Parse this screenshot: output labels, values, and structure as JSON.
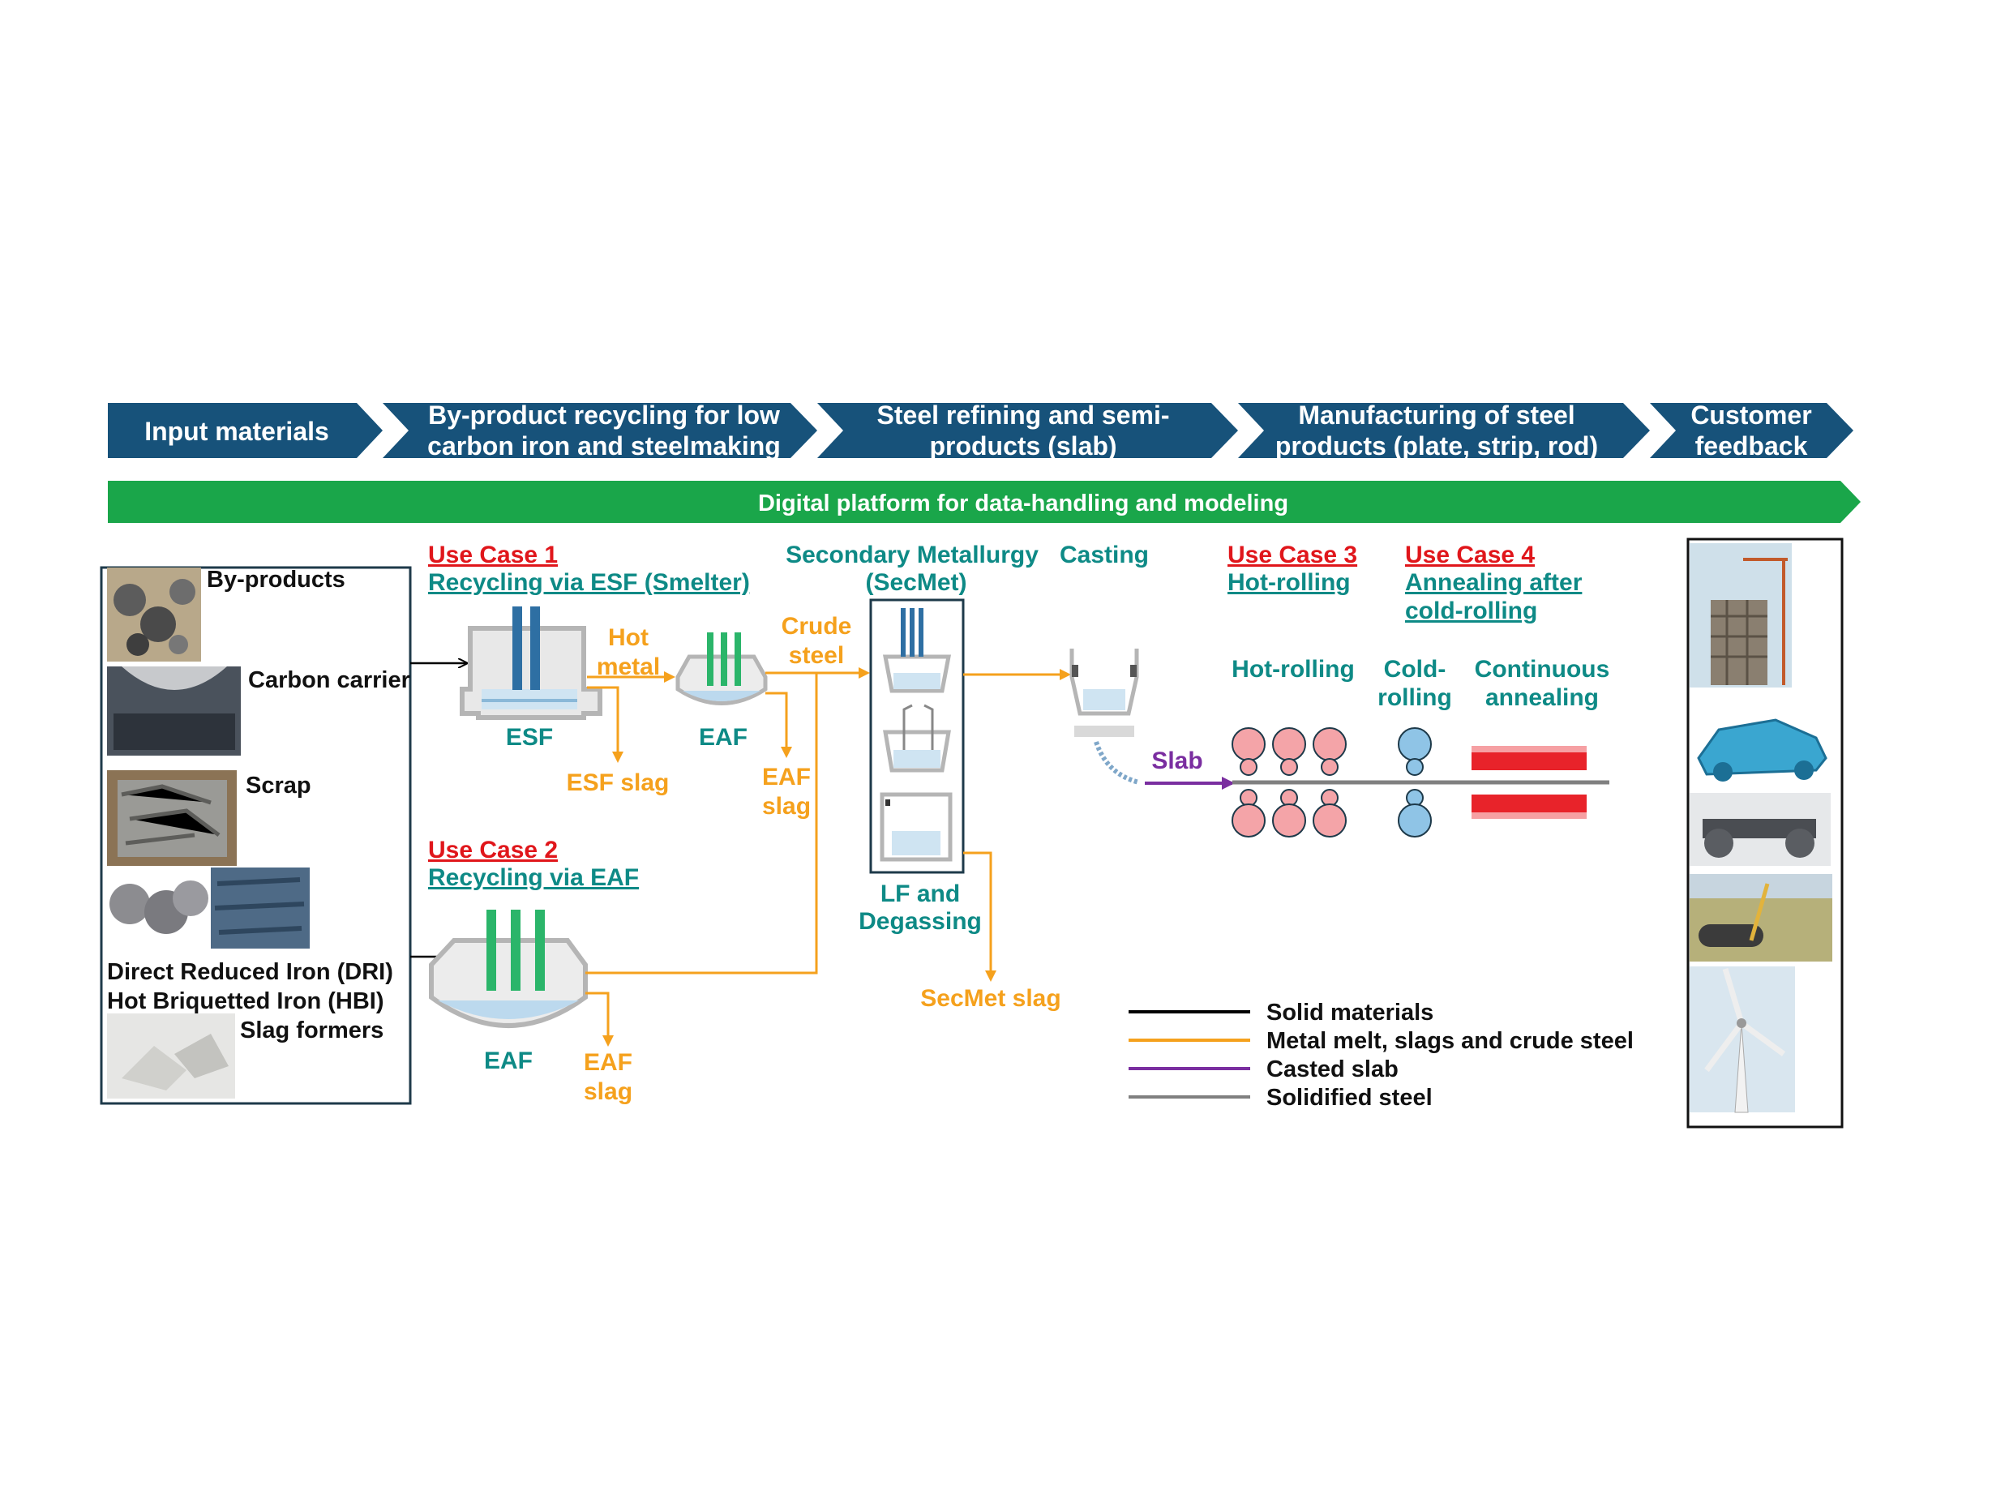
{
  "stages": [
    {
      "lines": [
        "Input materials"
      ]
    },
    {
      "lines": [
        "By-product recycling for low",
        "carbon iron and steelmaking"
      ]
    },
    {
      "lines": [
        "Steel refining and semi-",
        "products (slab)"
      ]
    },
    {
      "lines": [
        "Manufacturing of steel",
        "products (plate, strip, rod)"
      ]
    },
    {
      "lines": [
        "Customer",
        "feedback"
      ]
    }
  ],
  "platform_label": "Digital platform for data-handling and modeling",
  "inputs": {
    "byproducts": "By-products",
    "carbon_carrier": "Carbon carrier",
    "scrap": "Scrap",
    "dri": "Direct Reduced Iron (DRI)",
    "hbi": "Hot Briquetted Iron (HBI)",
    "slag_formers": "Slag formers"
  },
  "use_cases": {
    "uc1": {
      "tag": "Use Case 1",
      "title": "Recycling via ESF (Smelter)"
    },
    "uc2": {
      "tag": "Use Case 2",
      "title": "Recycling via EAF"
    },
    "uc3": {
      "tag": "Use Case 3",
      "title": "Hot-rolling"
    },
    "uc4": {
      "tag": "Use Case 4",
      "title_1": "Annealing after",
      "title_2": "cold-rolling"
    }
  },
  "process_labels": {
    "esf": "ESF",
    "eaf": "EAF",
    "eaf2": "EAF",
    "hot_metal_1": "Hot",
    "hot_metal_2": "metal",
    "crude_steel_1": "Crude",
    "crude_steel_2": "steel",
    "esf_slag": "ESF slag",
    "eaf_slag_1": "EAF",
    "eaf_slag_2": "slag",
    "eaf2_slag_1": "EAF",
    "eaf2_slag_2": "slag",
    "secmet_1": "Secondary Metallurgy",
    "secmet_2": "(SecMet)",
    "lf_1": "LF and",
    "lf_2": "Degassing",
    "secmet_slag": "SecMet slag",
    "casting": "Casting",
    "slab": "Slab",
    "hot_rolling": "Hot-rolling",
    "cold_rolling_1": "Cold-",
    "cold_rolling_2": "rolling",
    "continuous_1": "Continuous",
    "continuous_2": "annealing"
  },
  "legend": [
    {
      "label": "Solid materials",
      "color": "#000000"
    },
    {
      "label": "Metal melt, slags and crude steel",
      "color": "#f5a11d"
    },
    {
      "label": "Casted slab",
      "color": "#7a2ea0"
    },
    {
      "label": "Solidified steel",
      "color": "#808080"
    }
  ],
  "colors": {
    "header": "#17527a",
    "platform": "#1aa64a",
    "teal": "#0e8a86",
    "red": "#e0161b",
    "orange": "#f5a11d",
    "purple": "#7a2ea0",
    "esf_electrode": "#2e6fa3",
    "eaf_electrode": "#2bb56a",
    "roll_pink": "#f4a4a8",
    "roll_blue": "#8fc4e6",
    "annealer": "#e8232a"
  }
}
